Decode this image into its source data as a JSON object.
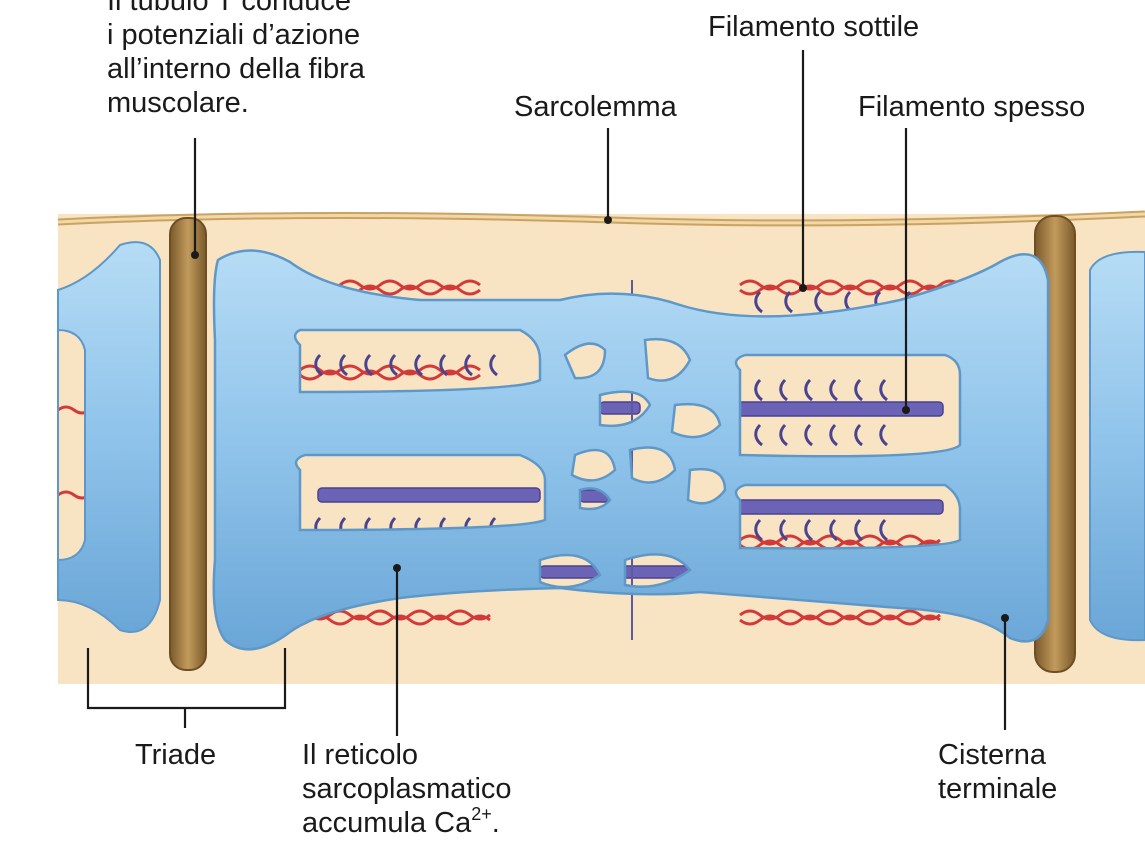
{
  "labels": {
    "t_tubule": {
      "line1": "Il tubulo T conduce",
      "line2": "i potenziali d’azione",
      "line3": "all’interno della fibra",
      "line4": "muscolare."
    },
    "thin_filament": "Filamento sottile",
    "sarcolemma": "Sarcolemma",
    "thick_filament": "Filamento spesso",
    "triad": "Triade",
    "sr": {
      "line1": "Il reticolo",
      "line2": "sarcoplasmatico",
      "line3_prefix": "accumula Ca",
      "superscript": "2+",
      "line3_suffix": "."
    },
    "cistern": {
      "line1": "Cisterna",
      "line2": "terminale"
    }
  },
  "colors": {
    "cytoplasm": "#f8e3c2",
    "sarcolemma": "#e9c98e",
    "t_tubule": "#a27a40",
    "sr_fill": "#8fc3ea",
    "sr_edge": "#5e98c8",
    "thick_filament": "#6b63b5",
    "thin_filament": "#d23a3a",
    "leader": "#1a1a1a"
  }
}
